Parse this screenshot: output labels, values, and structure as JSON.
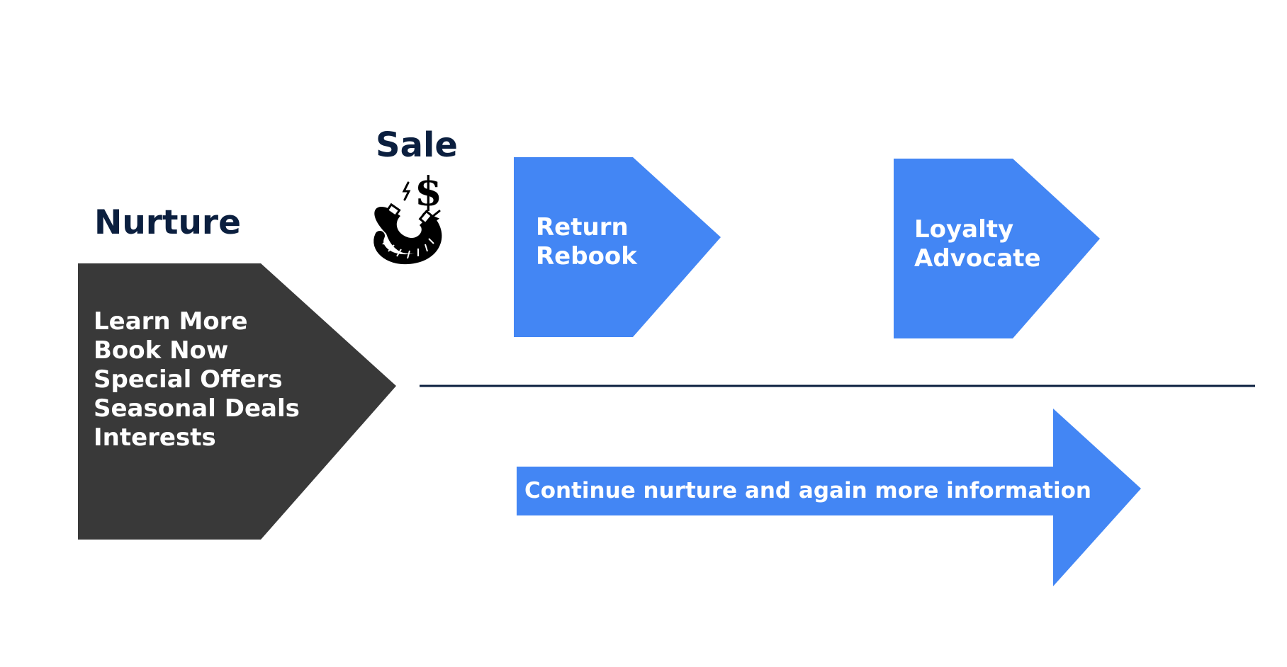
{
  "colors": {
    "background": "#ffffff",
    "dark_shape": "#393939",
    "blue_shape": "#4386f4",
    "heading_text": "#0b1f3f",
    "shape_text": "#ffffff",
    "divider": "#0b1f3f"
  },
  "nurture": {
    "title": "Nurture",
    "items": [
      "Learn More",
      "Book Now",
      "Special Offers",
      "Seasonal Deals",
      "Interests"
    ]
  },
  "sale": {
    "title": "Sale",
    "icon": "magnet-dollar-icon"
  },
  "return_box": {
    "lines": [
      "Return",
      "Rebook"
    ]
  },
  "loyalty_box": {
    "lines": [
      "Loyalty",
      "Advocate"
    ]
  },
  "continue_arrow": {
    "label": "Continue nurture and again more information"
  }
}
